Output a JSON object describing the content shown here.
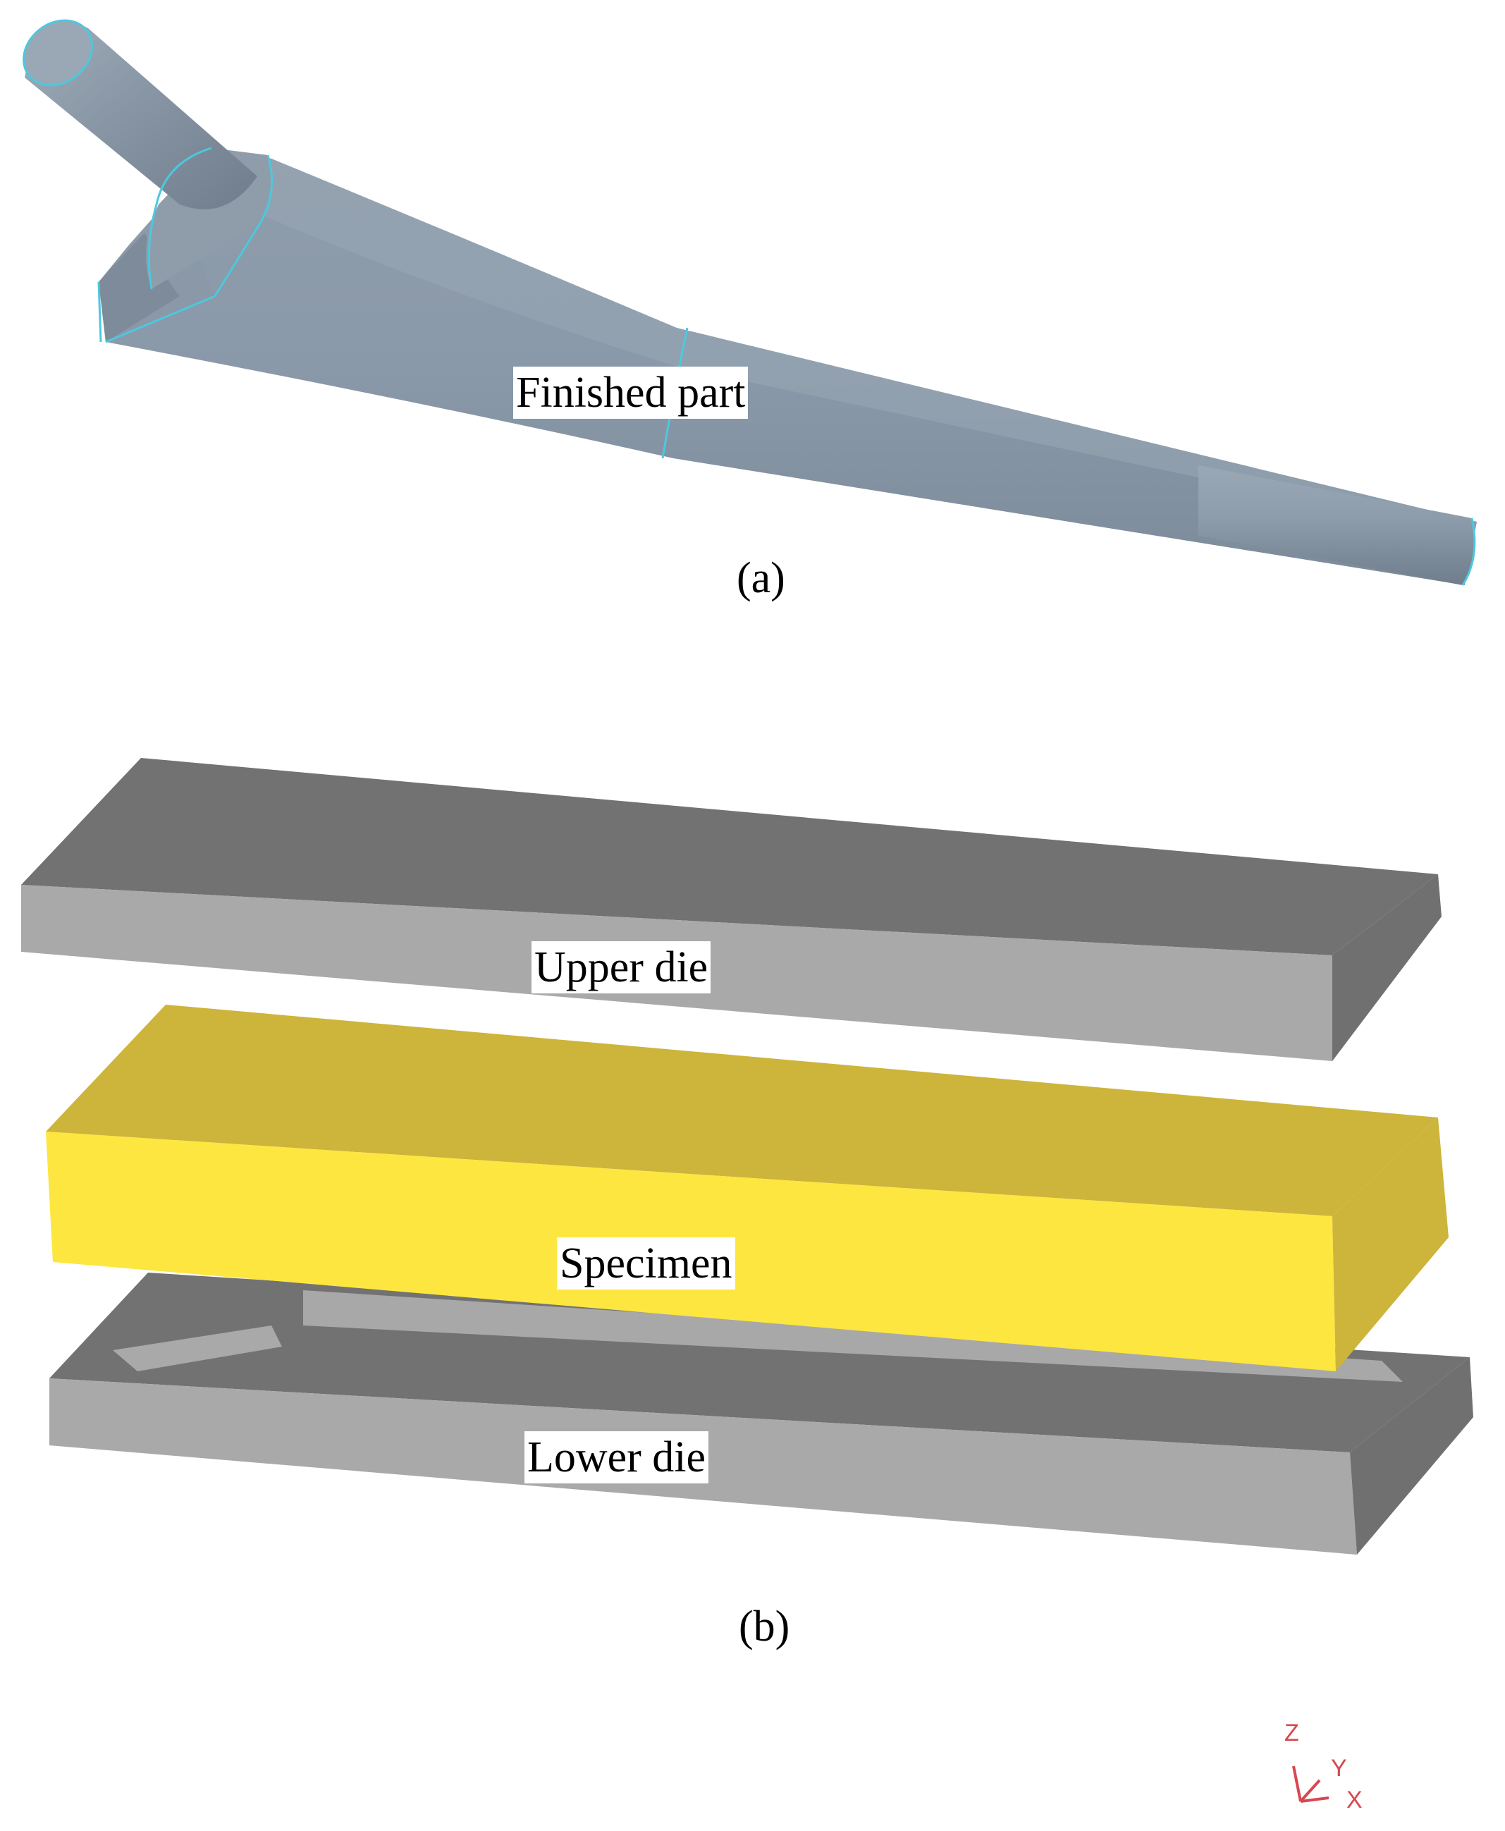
{
  "panel_a": {
    "part_label": "Finished part",
    "caption": "(a)"
  },
  "panel_b": {
    "upper_label": "Upper die",
    "specimen_label": "Specimen",
    "lower_label": "Lower die",
    "caption": "(b)"
  },
  "triad": {
    "z": "Z",
    "y": "Y",
    "x": "X"
  },
  "colors": {
    "part_fill": "#8494a3",
    "part_edge": "#4cc8df",
    "die_top": "#727272",
    "die_front": "#a9a9a9",
    "specimen_top": "#cdb43b",
    "specimen_front": "#fde63f",
    "triad": "#d8474f"
  }
}
